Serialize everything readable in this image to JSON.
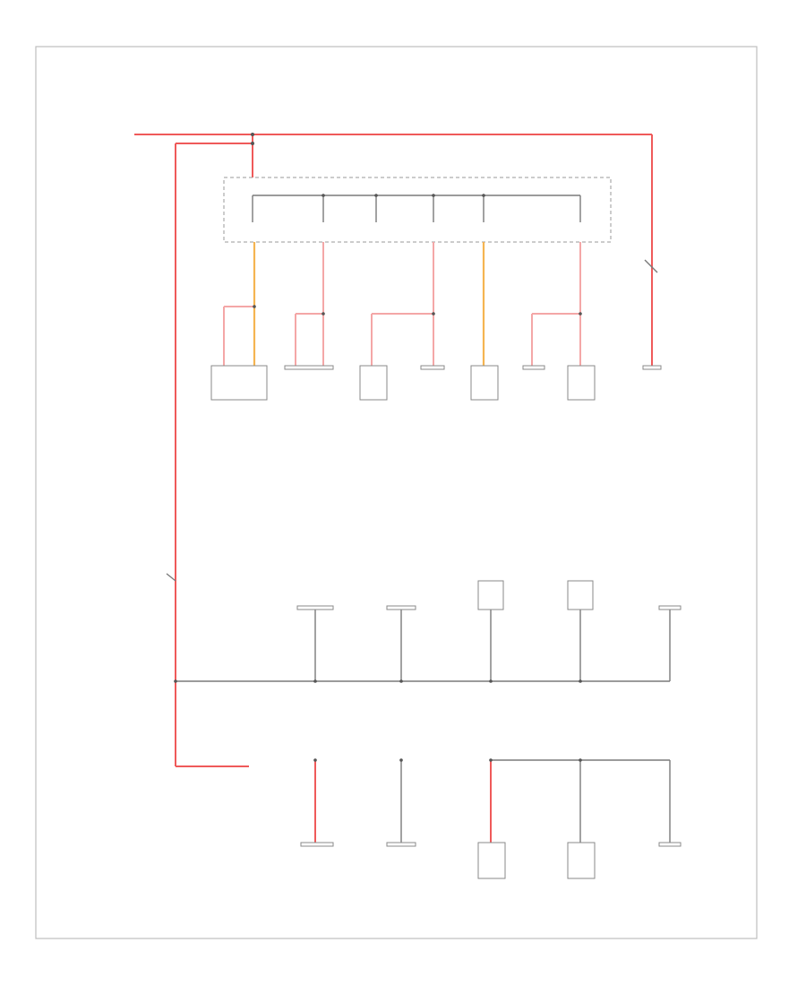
{
  "diagram": {
    "footer_code": "",
    "fuse_block_label": "",
    "components_top": [
      {
        "key": "c1",
        "label": ""
      },
      {
        "key": "c2",
        "label": ""
      },
      {
        "key": "c3",
        "label": ""
      },
      {
        "key": "c4",
        "label": ""
      },
      {
        "key": "c5",
        "label": ""
      },
      {
        "key": "c6",
        "label": ""
      },
      {
        "key": "c7",
        "label": ""
      },
      {
        "key": "c8",
        "label": ""
      }
    ],
    "components_middle": [
      {
        "key": "m1",
        "label": ""
      },
      {
        "key": "m2",
        "label": ""
      },
      {
        "key": "m3",
        "label": ""
      },
      {
        "key": "m4",
        "label": ""
      },
      {
        "key": "m5",
        "label": ""
      }
    ],
    "components_bottom": [
      {
        "key": "b1",
        "label": ""
      },
      {
        "key": "b2",
        "label": ""
      },
      {
        "key": "b3",
        "label": ""
      },
      {
        "key": "b4",
        "label": ""
      },
      {
        "key": "b5",
        "label": ""
      }
    ],
    "colors": {
      "wire_red": "#ef5a5a",
      "wire_pink": "#f4a7a7",
      "wire_orange": "#f5b451",
      "wire_ground": "#7a7a7a"
    }
  }
}
